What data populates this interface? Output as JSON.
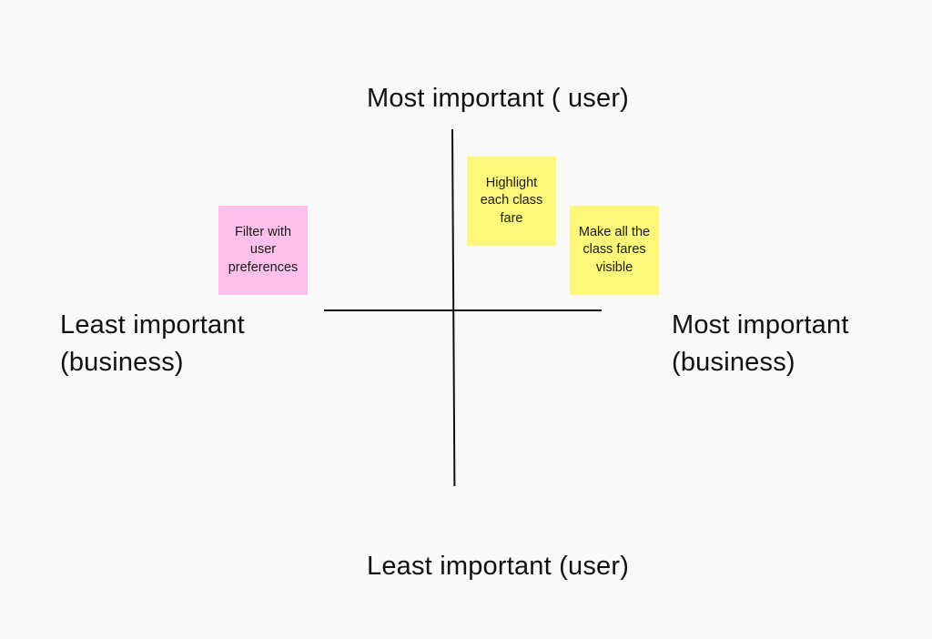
{
  "axes": {
    "top": "Most important ( user)",
    "bottom": "Least important (user)",
    "left": [
      "Least important",
      "(business)"
    ],
    "right": [
      "Most important",
      "(business)"
    ]
  },
  "notes": [
    {
      "id": "filter",
      "text": "Filter with user preferences",
      "color": "#fdc0ea"
    },
    {
      "id": "highlight",
      "text": "Highlight each class fare",
      "color": "#fdf77a"
    },
    {
      "id": "visible",
      "text": "Make all the class fares visible",
      "color": "#fdf77a"
    }
  ],
  "colors": {
    "background": "#f9f9f9",
    "axis": "#111111"
  }
}
